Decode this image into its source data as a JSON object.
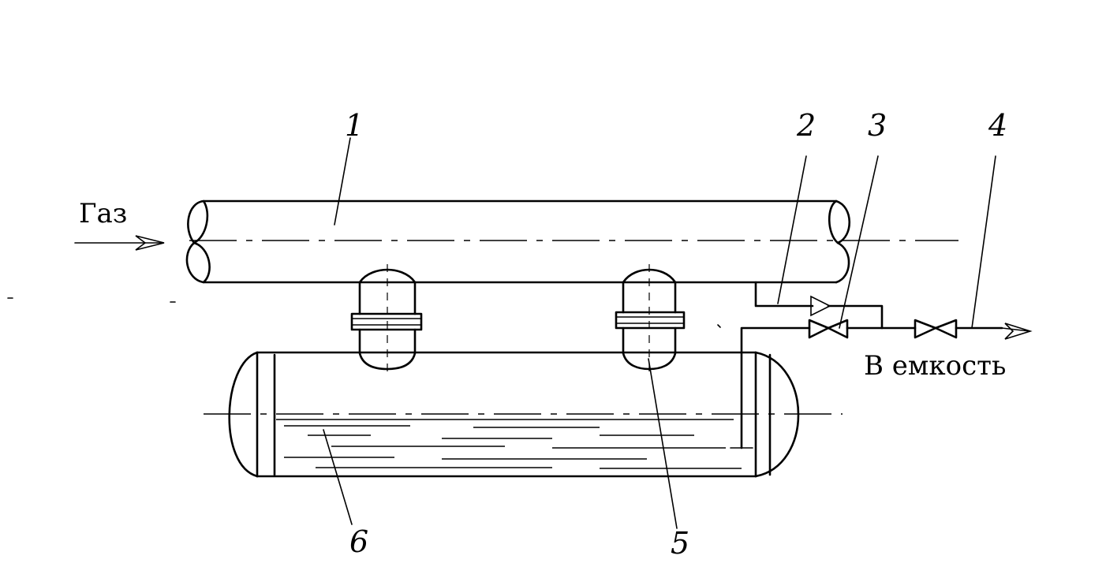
{
  "labels": {
    "gas": "Газ",
    "to_tank": "В емкость",
    "n1": "1",
    "n2": "2",
    "n3": "3",
    "n4": "4",
    "n5": "5",
    "n6": "6"
  }
}
